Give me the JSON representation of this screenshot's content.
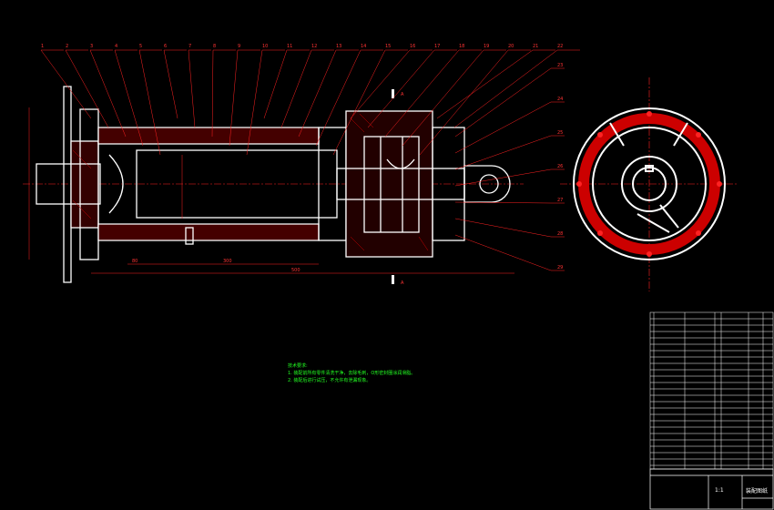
{
  "callouts_top": [
    "1",
    "2",
    "3",
    "4",
    "5",
    "6",
    "7",
    "8",
    "9",
    "10",
    "11",
    "12",
    "13",
    "14",
    "15",
    "16",
    "17",
    "18",
    "19",
    "20",
    "21",
    "22"
  ],
  "callouts_right": [
    "23",
    "24",
    "25",
    "26",
    "27",
    "28",
    "29"
  ],
  "section_mark": "A",
  "dims": {
    "d1": "80",
    "d2": "300",
    "d3": "500"
  },
  "tech": {
    "title": "技术要求:",
    "line1": "1. 装配前所有零件清洗干净，去除毛刺，O形密封圈涂润滑脂。",
    "line2": "2. 装配后进行试压，不允许有泄漏现象。"
  },
  "title_block": {
    "name": "装配图纸",
    "scale": "1:1"
  },
  "colors": {
    "line": "#ffffff",
    "leader": "#ff2020",
    "text": "#22ff22",
    "hatch": "#c00000"
  }
}
